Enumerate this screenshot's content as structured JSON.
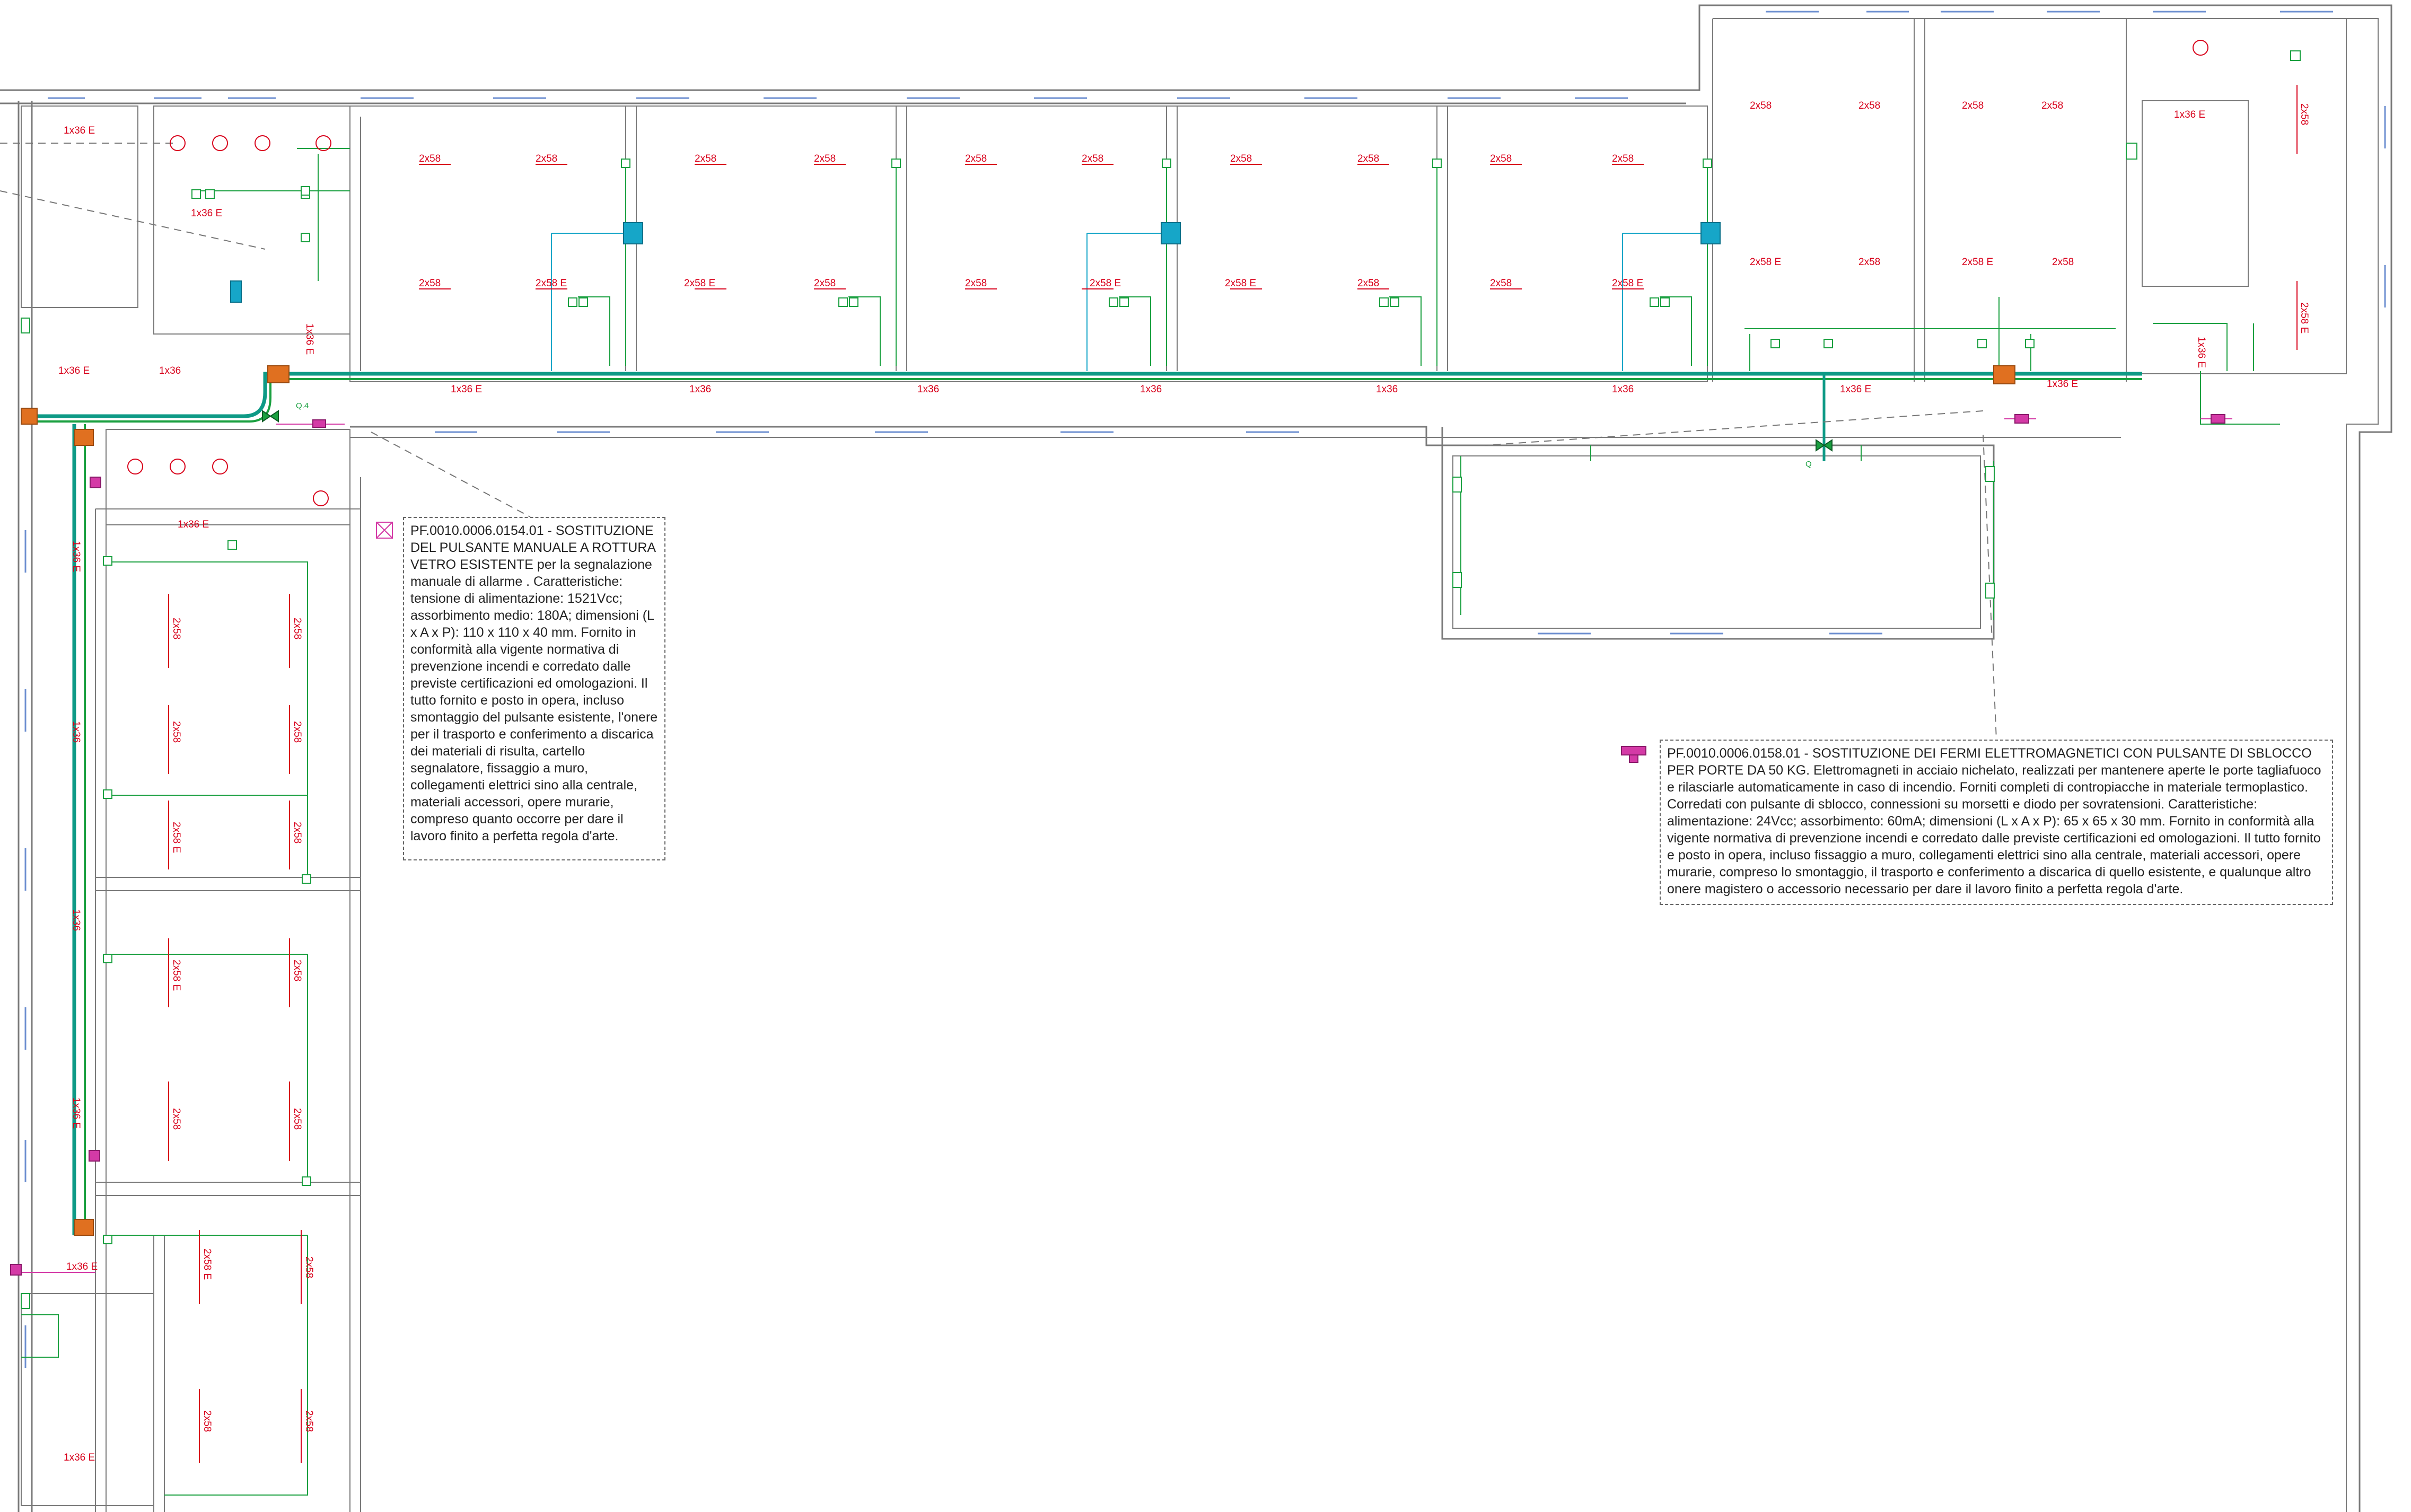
{
  "colors": {
    "wall": "#7a7a7a",
    "window": "#6d8fd0",
    "lighting": "#d8001a",
    "fire_cable": "#1aa040",
    "trunk": "#0e9a86",
    "device_cyan": "#16a6c8",
    "magnet_magenta": "#d43aa6",
    "junction_orange": "#e07020"
  },
  "icons": {
    "break_glass": "break-glass-callpoint-icon",
    "door_magnet": "door-magnet-icon",
    "smoke_detector": "smoke-detector-icon",
    "junction": "junction-box-icon",
    "valve": "valve-icon"
  },
  "lamp_labels": {
    "l2x58": "2x58",
    "l2x58e": "2x58  E",
    "l1x36": "1x36",
    "l1x36e": "1x36  E"
  },
  "marker_labels": {
    "q4": "Q.4",
    "q": "Q"
  },
  "note_pulsante": {
    "code": "PF.0010.0006.0154.01",
    "text": "PF.0010.0006.0154.01 - SOSTITUZIONE DEL PULSANTE MANUALE A ROTTURA VETRO ESISTENTE  per la segnalazione manuale di allarme . Caratteristiche: tensione di alimentazione: 1521Vcc; assorbimento medio: 180A; dimensioni (L x A x P): 110 x 110 x 40 mm. Fornito in conformità alla vigente normativa di prevenzione incendi e corredato dalle previste certificazioni ed omologazioni. Il tutto fornito e posto in opera, incluso smontaggio del pulsante esistente, l'onere per il trasporto e conferimento a discarica dei materiali di risulta, cartello segnalatore, fissaggio a muro, collegamenti elettrici sino alla centrale, materiali accessori, opere murarie, compreso quanto occorre per dare il lavoro finito a perfetta regola d'arte."
  },
  "note_fermi": {
    "code": "PF.0010.0006.0158.01",
    "text": "PF.0010.0006.0158.01 - SOSTITUZIONE DEI FERMI ELETTROMAGNETICI CON PULSANTE DI SBLOCCO PER PORTE DA 50 KG. Elettromagneti in acciaio nichelato, realizzati per mantenere aperte le porte tagliafuoco e rilasciarle automaticamente in caso di incendio. Forniti completi di contropiacche in materiale termoplastico. Corredati con pulsante di sblocco, connessioni su morsetti e diodo per sovratensioni. Caratteristiche: alimentazione: 24Vcc; assorbimento: 60mA; dimensioni (L x A x P): 65 x 65 x 30 mm. Fornito in conformità alla vigente normativa di prevenzione incendi e corredato dalle previste certificazioni ed omologazioni. Il tutto fornito e posto in opera, incluso fissaggio a muro, collegamenti elettrici sino alla centrale, materiali accessori, opere murarie, compreso lo smontaggio, il trasporto e conferimento a discarica di quello esistente, e qualunque altro onere magistero o accessorio necessario  per dare il lavoro finito a perfetta regola d'arte."
  }
}
